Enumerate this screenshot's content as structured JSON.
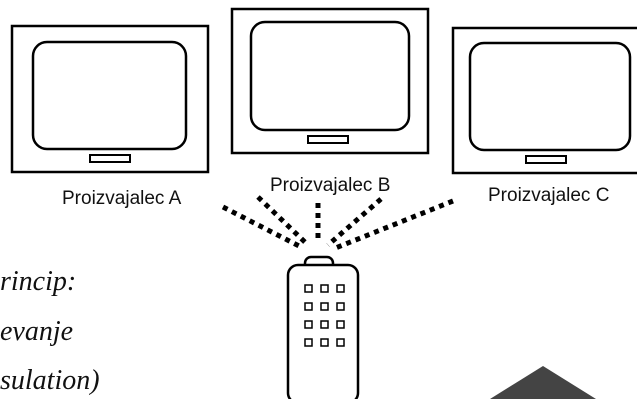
{
  "tv_labels": [
    "Proizvajalec A",
    "Proizvajalec B",
    "Proizvajalec C"
  ],
  "principle_lines": [
    "rincip:",
    "evanje",
    "sulation)"
  ],
  "remote": {
    "button_rows": 4,
    "button_cols": 3
  }
}
